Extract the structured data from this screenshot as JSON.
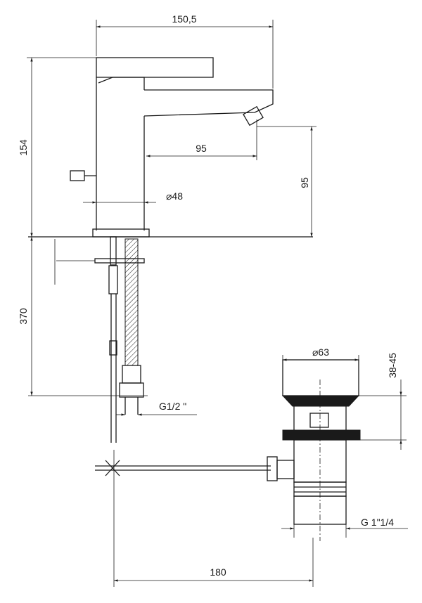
{
  "dimensions": {
    "overall_width": "150,5",
    "overall_height": "154",
    "spout_reach": "95",
    "spout_height": "95",
    "base_diameter": "⌀48",
    "hose_length": "370",
    "hose_thread": "G1/2 \"",
    "waste_cap_diameter": "⌀63",
    "waste_cap_height": "38-45",
    "waste_thread": "G 1\"1/4",
    "linkage_length": "180"
  },
  "colors": {
    "line": "#1a1a1a",
    "background": "#ffffff"
  }
}
